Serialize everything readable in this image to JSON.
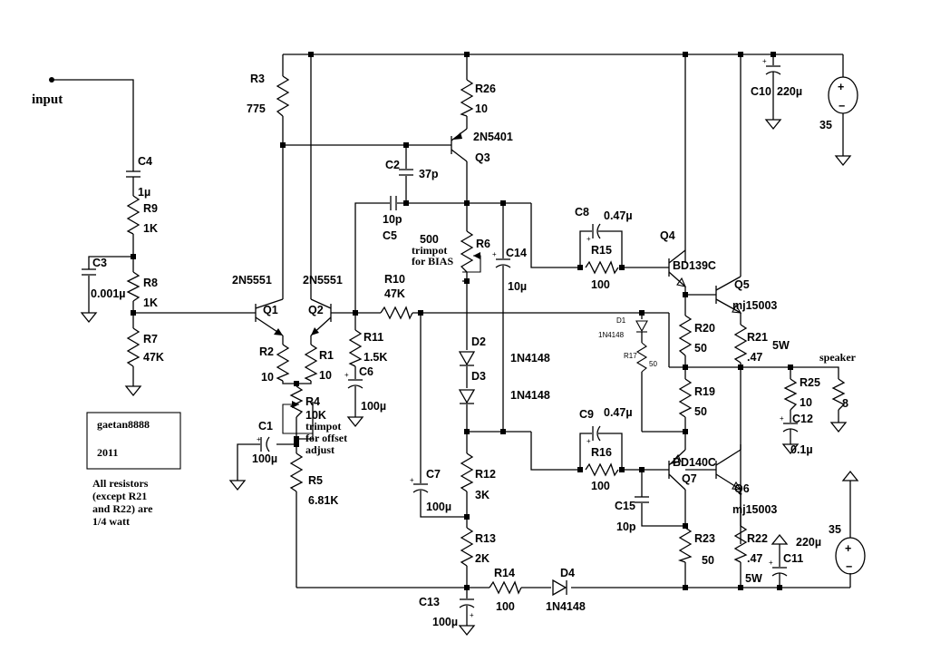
{
  "labels": {
    "input": "input",
    "r3": "R3",
    "r3v": "775",
    "r26": "R26",
    "r26v": "10",
    "q3p": "2N5401",
    "q3": "Q3",
    "c2": "C2",
    "c2v": "37p",
    "c4": "C4",
    "c4v": "1µ",
    "r9": "R9",
    "r9v": "1K",
    "c3": "C3",
    "c3v": "0.001µ",
    "r8": "R8",
    "r8v": "1K",
    "r7": "R7",
    "r7v": "47K",
    "q1p": "2N5551",
    "q2p": "2N5551",
    "q1": "Q1",
    "q2": "Q2",
    "r2": "R2",
    "r2v": "10",
    "r1": "R1",
    "r1v": "10",
    "r4": "R4",
    "r4v": "10K",
    "trim_off_1": "trimpot",
    "trim_off_2": "for offset",
    "trim_off_3": "adjust",
    "c1": "C1",
    "c1v": "100µ",
    "r5": "R5",
    "r5v": "6.81K",
    "c5v": "10p",
    "c5": "C5",
    "r10": "R10",
    "r10v": "47K",
    "r11": "R11",
    "r11v": "1.5K",
    "c6": "C6",
    "c6v": "100µ",
    "r6v": "500",
    "trim_b1": "trimpot",
    "trim_b2": "for BIAS",
    "r6": "R6",
    "c14": "C14",
    "c14v": "10µ",
    "d2": "D2",
    "d3": "D3",
    "d2v": "1N4148",
    "d3v": "1N4148",
    "c7": "C7",
    "c7v": "100µ",
    "r12": "R12",
    "r12v": "3K",
    "r13": "R13",
    "r13v": "2K",
    "c13": "C13",
    "c13v": "100µ",
    "r14": "R14",
    "r14v": "100",
    "d4": "D4",
    "d4v": "1N4148",
    "c8": "C8",
    "c8v": "0.47µ",
    "r15": "R15",
    "r15v": "100",
    "q4": "Q4",
    "q4p": "BD139C",
    "q5": "Q5",
    "q5p": "mj15003",
    "d1": "D1",
    "d1v": "1N4148",
    "r17": "R17",
    "r17v": "50",
    "r20": "R20",
    "r20v": "50",
    "r21": "R21",
    "r21v": ".47",
    "r21w": "5W",
    "r19": "R19",
    "r19v": "50",
    "c9": "C9",
    "c9v": "0.47µ",
    "r16": "R16",
    "r16v": "100",
    "q7p": "BD140C",
    "q7": "Q7",
    "c15": "C15",
    "c15v": "10p",
    "r23": "R23",
    "r23v": "50",
    "q6": "Q6",
    "q6p": "mj15003",
    "r22": "R22",
    "r22v": ".47",
    "r22w": "5W",
    "c11v": "220µ",
    "c11": "C11",
    "c10": "C10",
    "c10v": "220µ",
    "v_top": "35",
    "v_bot": "35",
    "speaker": "speaker",
    "r25": "R25",
    "r25v": "10",
    "spk_v": "8",
    "c12": "C12",
    "c12v": "0.1µ",
    "author": "gaetan8888",
    "year": "2011",
    "note_1": "All resistors",
    "note_2": "(except R21",
    "note_3": "and R22) are",
    "note_4": "1/4 watt",
    "plus": "+",
    "minus": "−"
  }
}
